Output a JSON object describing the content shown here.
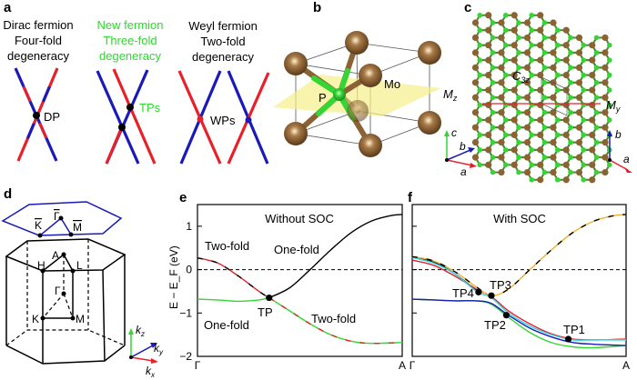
{
  "panels": {
    "a": "a",
    "b": "b",
    "c": "c",
    "d": "d",
    "e": "e",
    "f": "f"
  },
  "panel_a": {
    "dirac": [
      "Dirac fermion",
      "Four-fold",
      "degeneracy"
    ],
    "new": [
      "New fermion",
      "Three-fold",
      "degeneracy"
    ],
    "weyl": [
      "Weyl fermion",
      "Two-fold",
      "degeneracy"
    ],
    "dp": "DP",
    "tps": "TPs",
    "wps": "WPs"
  },
  "panel_b": {
    "p": "P",
    "mo": "Mo",
    "mz": {
      "main": "M",
      "sub": "z"
    },
    "axes": {
      "a": "a",
      "b": "b",
      "c": "c"
    }
  },
  "panel_c": {
    "c3z": {
      "main": "C",
      "sub": "3z"
    },
    "my": {
      "main": "M",
      "sub": "y"
    },
    "axes": {
      "a": "a",
      "b": "b"
    }
  },
  "panel_d": {
    "surface_points": {
      "k": "K",
      "gamma": "Γ",
      "m": "M"
    },
    "points": {
      "a": "A",
      "h": "H",
      "l": "L",
      "gamma": "Γ",
      "k": "K",
      "m": "M"
    },
    "axes": {
      "kx": {
        "main": "k",
        "sub": "x"
      },
      "ky": {
        "main": "k",
        "sub": "y"
      },
      "kz": {
        "main": "k",
        "sub": "z"
      }
    }
  },
  "colors": {
    "red": "#e8202a",
    "blue": "#1a1ab8",
    "green": "#33d633",
    "brown": "#8a6234",
    "orange": "#f0b030",
    "cyan": "#33d6e6",
    "plane": "#f5ee8a"
  },
  "chart_data": [
    {
      "type": "line",
      "title": "Without SOC",
      "ylabel": "E − E_F (eV)",
      "ylabel_parts": {
        "e": "E",
        "minus": " − ",
        "ef": "E",
        "sub": "F",
        "unit": " (eV)"
      },
      "xticks": [
        "Γ",
        "A"
      ],
      "yticks": [
        1,
        0,
        -1,
        -2
      ],
      "ylim": [
        -2,
        1.5
      ],
      "xlim": [
        0,
        1
      ],
      "fermi_level": 0,
      "annotations": {
        "two_fold_top": "Two-fold",
        "one_fold_top": "One-fold",
        "one_fold_bottom": "One-fold",
        "two_fold_bottom": "Two-fold",
        "tp": "TP"
      },
      "series": [
        {
          "name": "upper-two-fold",
          "color": "#e8202a",
          "dash": "#000000",
          "x": [
            0,
            0.1,
            0.2,
            0.3,
            0.35
          ],
          "y": [
            0.27,
            0.15,
            -0.15,
            -0.5,
            -0.65
          ]
        },
        {
          "name": "upper-one-fold",
          "color": "#000000",
          "x": [
            0.35,
            0.45,
            0.55,
            0.65,
            0.75,
            0.85,
            0.95,
            1
          ],
          "y": [
            -0.65,
            -0.42,
            0,
            0.45,
            0.85,
            1.12,
            1.25,
            1.27
          ]
        },
        {
          "name": "lower-one-fold",
          "color": "#33d633",
          "x": [
            0,
            0.1,
            0.2,
            0.3,
            0.35
          ],
          "y": [
            -0.68,
            -0.7,
            -0.73,
            -0.7,
            -0.65
          ]
        },
        {
          "name": "lower-two-fold",
          "color": "#33d633",
          "dash": "#e8202a",
          "x": [
            0.35,
            0.45,
            0.55,
            0.65,
            0.75,
            0.85,
            1
          ],
          "y": [
            -0.65,
            -0.95,
            -1.25,
            -1.5,
            -1.65,
            -1.7,
            -1.68
          ]
        }
      ],
      "points": [
        {
          "label": "TP",
          "x": 0.35,
          "y": -0.65
        }
      ]
    },
    {
      "type": "line",
      "title": "With SOC",
      "xticks": [
        "Γ",
        "A"
      ],
      "ylim": [
        -2,
        1.5
      ],
      "xlim": [
        0,
        1
      ],
      "fermi_level": 0,
      "series": [
        {
          "name": "black",
          "color": "#000000",
          "x": [
            0,
            0.1,
            0.2,
            0.31
          ],
          "y": [
            0.3,
            0.18,
            -0.1,
            -0.52
          ]
        },
        {
          "name": "red",
          "color": "#e8202a",
          "x": [
            0,
            0.1,
            0.2,
            0.3,
            0.37,
            0.45,
            0.55,
            0.65,
            0.75,
            0.85,
            1
          ],
          "y": [
            0.22,
            0.1,
            -0.15,
            -0.45,
            -0.62,
            -0.95,
            -1.25,
            -1.48,
            -1.6,
            -1.62,
            -1.6
          ]
        },
        {
          "name": "cyan",
          "color": "#33d6e6",
          "x": [
            0,
            0.1,
            0.2,
            0.3,
            0.37,
            0.45,
            0.55,
            0.65,
            0.75,
            0.85,
            1
          ],
          "y": [
            0.28,
            0.15,
            -0.1,
            -0.5,
            -0.65,
            -1.0,
            -1.3,
            -1.5,
            -1.62,
            -1.62,
            -1.62
          ]
        },
        {
          "name": "green",
          "color": "#33d633",
          "x": [
            0,
            0.1,
            0.2,
            0.3,
            0.37,
            0.45,
            0.55,
            0.65,
            0.75,
            0.85,
            1
          ],
          "y": [
            -0.68,
            -0.7,
            -0.72,
            -0.72,
            -0.8,
            -1.1,
            -1.45,
            -1.68,
            -1.78,
            -1.8,
            -1.75
          ]
        },
        {
          "name": "blue",
          "color": "#1a1ab8",
          "x": [
            0,
            0.1,
            0.2,
            0.3,
            0.37,
            0.45,
            0.55,
            0.65,
            0.75,
            0.85,
            1
          ],
          "y": [
            -0.68,
            -0.7,
            -0.72,
            -0.72,
            -0.78,
            -1.05,
            -1.35,
            -1.55,
            -1.68,
            -1.72,
            -1.75
          ]
        },
        {
          "name": "orange",
          "color": "#f0b030",
          "dash": "#000000",
          "x": [
            0,
            0.1,
            0.2,
            0.3,
            0.37,
            0.45,
            0.55,
            0.65,
            0.75,
            0.85,
            0.95,
            1
          ],
          "y": [
            0.3,
            0.2,
            -0.05,
            -0.4,
            -0.6,
            -0.45,
            0,
            0.45,
            0.85,
            1.12,
            1.25,
            1.27
          ]
        }
      ],
      "points": [
        {
          "label": "TP4",
          "x": 0.31,
          "y": -0.52
        },
        {
          "label": "TP3",
          "x": 0.37,
          "y": -0.6
        },
        {
          "label": "TP2",
          "x": 0.44,
          "y": -1.05
        },
        {
          "label": "TP1",
          "x": 0.73,
          "y": -1.6
        }
      ]
    }
  ]
}
